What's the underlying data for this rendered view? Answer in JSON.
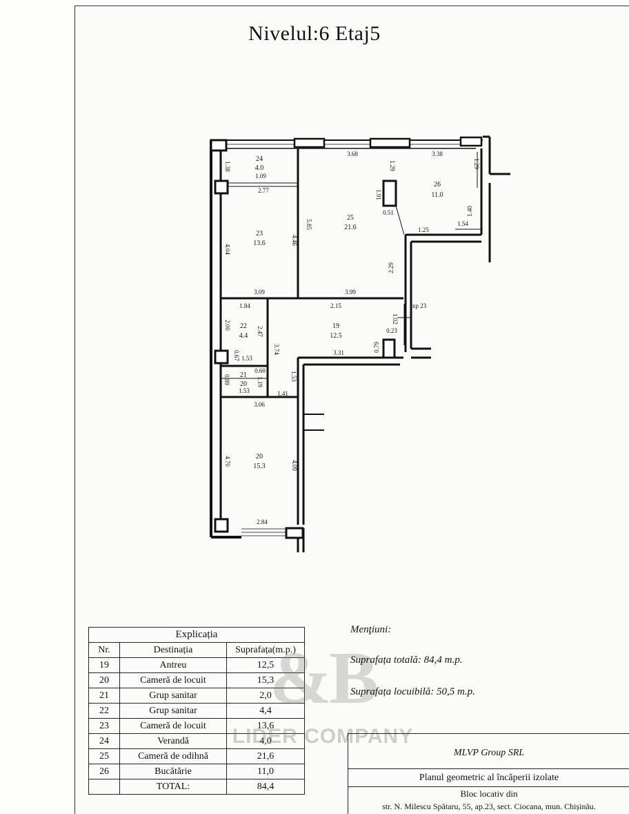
{
  "title": "Nivelul:6 Etaj5",
  "rooms": [
    {
      "nr": "24",
      "area": "4.0"
    },
    {
      "nr": "25",
      "area": "21.6"
    },
    {
      "nr": "26",
      "area": "11.0"
    },
    {
      "nr": "23",
      "area": "13.6"
    },
    {
      "nr": "22",
      "area": "4.4"
    },
    {
      "nr": "19",
      "area": "12.5"
    },
    {
      "nr": "21",
      "area": "20"
    },
    {
      "nr": "20",
      "area": "15.3"
    }
  ],
  "dimensions": {
    "d_3_68": "3.68",
    "d_3_38": "3.38",
    "d_1_38": "1.38",
    "d_1_09": "1.09",
    "d_2_77": "2.77",
    "d_1_29a": "1.29",
    "d_1_29b": "1.29",
    "d_1_91": "1.91",
    "d_0_51": "0.51",
    "d_1_40": "1.40",
    "d_1_25": "1.25",
    "d_1_54": "1.54",
    "d_5_85": "5.85",
    "d_4_04": "4.04",
    "d_4_46": "4.46",
    "d_2_29": "2.29",
    "d_3_09": "3.09",
    "d_3_99": "3.99",
    "d_1_84": "1.84",
    "d_2_15": "2.15",
    "xp": "xp 23",
    "d_1_02": "1.02",
    "d_0_23": "0.23",
    "d_2_00": "2.00",
    "d_2_47": "2.47",
    "d_3_74": "3.74",
    "d_0_79": "0.79",
    "d_3_31": "3.31",
    "d_0_67": "0.67",
    "d_1_53a": "1.53",
    "d_0_60": "0.60",
    "d_1_53b": "1.53",
    "d_0_89": "0.89",
    "d_1_19": "1.19",
    "d_1_53c": "1.53",
    "d_1_41": "1.41",
    "d_3_06": "3.06",
    "d_4_70": "4.70",
    "d_4_09": "4.09",
    "d_2_84": "2.84"
  },
  "legend": {
    "caption": "Explicația",
    "headers": [
      "Nr.",
      "Destinația",
      "Suprafața(m.p.)"
    ],
    "rows": [
      [
        "19",
        "Antreu",
        "12,5"
      ],
      [
        "20",
        "Cameră de locuit",
        "15,3"
      ],
      [
        "21",
        "Grup sanitar",
        "2,0"
      ],
      [
        "22",
        "Grup sanitar",
        "4,4"
      ],
      [
        "23",
        "Cameră de locuit",
        "13,6"
      ],
      [
        "24",
        "Verandă",
        "4,0"
      ],
      [
        "25",
        "Cameră de odihnă",
        "21,6"
      ],
      [
        "26",
        "Bucătărie",
        "11,0"
      ]
    ],
    "total_label": "TOTAL:",
    "total_value": "84,4"
  },
  "notes": {
    "heading": "Menţiuni:",
    "total_area": "Suprafața totală: 84,4 m.p.",
    "living_area": "Suprafața locuibilă: 50,5 m.p."
  },
  "stamp": {
    "company": "MLVP Group SRL",
    "plan_title": "Planul geometric al încăperii izolate",
    "building": "Bloc locativ din",
    "address": "str. N. Milescu Spătaru, 55, ap.23, sect. Ciocana,   mun. Chișinău."
  },
  "watermark": {
    "logo": "&B",
    "text": "LIDER COMPANY"
  },
  "colors": {
    "ink": "#111111",
    "watermark": "#8a8a8a"
  }
}
